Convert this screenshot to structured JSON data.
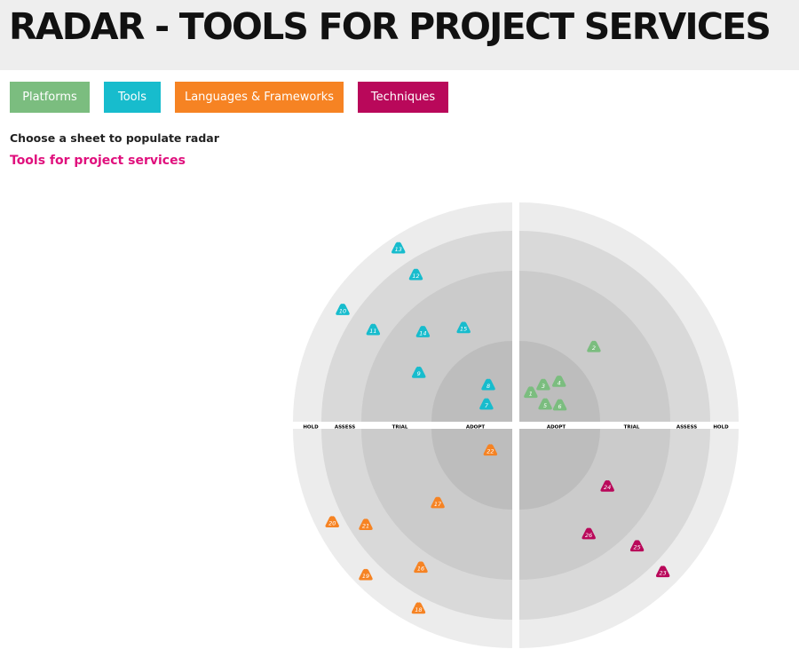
{
  "header": {
    "title": "RADAR - TOOLS FOR PROJECT SERVICES"
  },
  "tabs": [
    {
      "label": "Platforms",
      "color": "#7bbd7f"
    },
    {
      "label": "Tools",
      "color": "#17bccd"
    },
    {
      "label": "Languages & Frameworks",
      "color": "#f68323"
    },
    {
      "label": "Techniques",
      "color": "#b9085a"
    }
  ],
  "hint": "Choose a sheet to populate radar",
  "sheet_title": "Tools for project services",
  "radar": {
    "ring_colors": [
      "#bdbdbd",
      "#cbcbcb",
      "#d9d9d9",
      "#ececec"
    ],
    "ring_labels_left": [
      "HOLD",
      "ASSESS",
      "TRIAL",
      "ADOPT"
    ],
    "ring_labels_right": [
      "ADOPT",
      "TRIAL",
      "ASSESS",
      "HOLD"
    ],
    "quadrants": [
      {
        "name": "Platforms",
        "color": "#7bbd7f"
      },
      {
        "name": "Tools",
        "color": "#17bccd"
      },
      {
        "name": "Languages & Frameworks",
        "color": "#f68323"
      },
      {
        "name": "Techniques",
        "color": "#b9085a"
      }
    ],
    "blips": [
      {
        "num": "1",
        "q": 0,
        "ring": 0
      },
      {
        "num": "2",
        "q": 0,
        "ring": 1
      },
      {
        "num": "3",
        "q": 0,
        "ring": 0
      },
      {
        "num": "4",
        "q": 0,
        "ring": 0
      },
      {
        "num": "5",
        "q": 0,
        "ring": 0
      },
      {
        "num": "6",
        "q": 0,
        "ring": 0
      },
      {
        "num": "7",
        "q": 1,
        "ring": 0
      },
      {
        "num": "8",
        "q": 1,
        "ring": 0
      },
      {
        "num": "9",
        "q": 1,
        "ring": 1
      },
      {
        "num": "10",
        "q": 1,
        "ring": 3
      },
      {
        "num": "11",
        "q": 1,
        "ring": 2
      },
      {
        "num": "12",
        "q": 1,
        "ring": 2
      },
      {
        "num": "13",
        "q": 1,
        "ring": 3
      },
      {
        "num": "14",
        "q": 1,
        "ring": 1
      },
      {
        "num": "15",
        "q": 1,
        "ring": 1
      },
      {
        "num": "16",
        "q": 2,
        "ring": 2
      },
      {
        "num": "17",
        "q": 2,
        "ring": 1
      },
      {
        "num": "18",
        "q": 2,
        "ring": 3
      },
      {
        "num": "19",
        "q": 2,
        "ring": 3
      },
      {
        "num": "20",
        "q": 2,
        "ring": 3
      },
      {
        "num": "21",
        "q": 2,
        "ring": 2
      },
      {
        "num": "22",
        "q": 2,
        "ring": 0
      },
      {
        "num": "23",
        "q": 3,
        "ring": 3
      },
      {
        "num": "24",
        "q": 3,
        "ring": 1
      },
      {
        "num": "25",
        "q": 3,
        "ring": 2
      },
      {
        "num": "26",
        "q": 3,
        "ring": 1
      }
    ]
  }
}
